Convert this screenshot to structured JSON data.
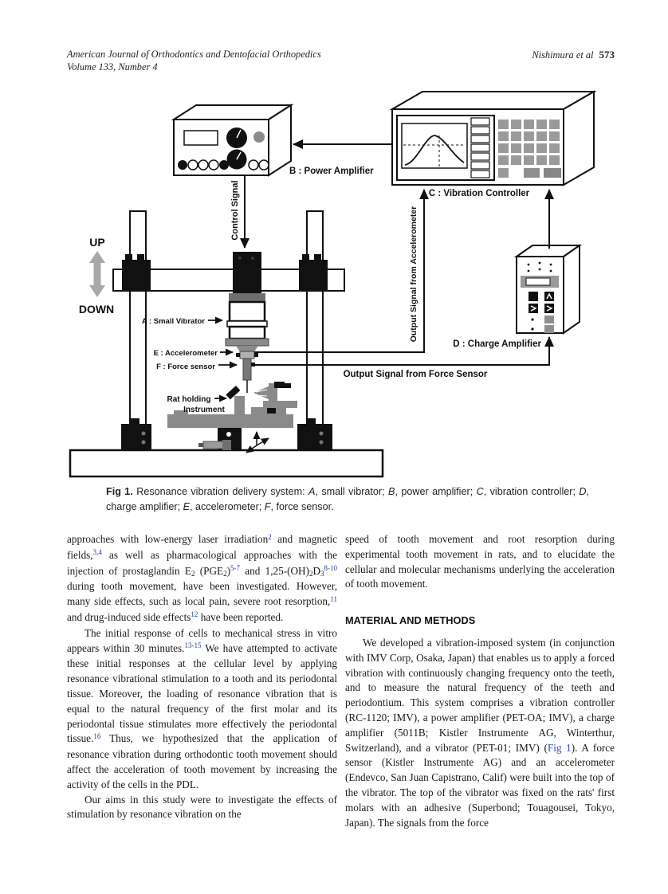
{
  "header": {
    "journal": "American Journal of Orthodontics and Dentofacial Orthopedics",
    "volume": "Volume 133, Number 4",
    "authors": "Nishimura et al",
    "page_number": "573"
  },
  "colors": {
    "reference_link": "#23409c",
    "figure_link": "#2952c8",
    "diagram_gray": "#8a8a8a"
  },
  "figure": {
    "labels": {
      "small_vibrator": "A : Small Vibrator",
      "power_amplifier": "B : Power Amplifier",
      "vibration_controller": "C : Vibration Controller",
      "charge_amplifier": "D : Charge Amplifier",
      "accelerometer": "E : Accelerometer",
      "force_sensor": "F : Force sensor",
      "control_signal": "Control Signal",
      "output_accelerometer": "Output Signal from Accelerometer",
      "output_force": "Output Signal from Force Sensor",
      "rat_holding_1": "Rat holding",
      "rat_holding_2": "Instrument",
      "up": "UP",
      "down": "DOWN"
    },
    "caption": [
      {
        "t": "Fig 1.",
        "b": 1
      },
      {
        "t": " Resonance vibration delivery system: "
      },
      {
        "t": "A",
        "i": 1
      },
      {
        "t": ", small vibrator; "
      },
      {
        "t": "B",
        "i": 1
      },
      {
        "t": ", power amplifier; "
      },
      {
        "t": "C",
        "i": 1
      },
      {
        "t": ", vibration controller; "
      },
      {
        "t": "D",
        "i": 1
      },
      {
        "t": ", charge amplifier; "
      },
      {
        "t": "E",
        "i": 1
      },
      {
        "t": ", accelerometer; "
      },
      {
        "t": "F",
        "i": 1
      },
      {
        "t": ", force sensor."
      }
    ]
  },
  "body": {
    "heading": "MATERIAL AND METHODS",
    "left_paragraphs": [
      {
        "seg": [
          {
            "t": "approaches with low-energy laser irradiation"
          },
          {
            "t": "2",
            "sup": 1,
            "c": "ref"
          },
          {
            "t": " and magnetic fields,"
          },
          {
            "t": "3,4",
            "sup": 1,
            "c": "ref"
          },
          {
            "t": " as well as pharmacological approaches with the injection of prostaglandin E"
          },
          {
            "t": "2",
            "sub": 1
          },
          {
            "t": " (PGE"
          },
          {
            "t": "2",
            "sub": 1
          },
          {
            "t": ")"
          },
          {
            "t": "5-7",
            "sup": 1,
            "c": "ref"
          },
          {
            "t": " and 1,25-(OH)"
          },
          {
            "t": "2",
            "sub": 1
          },
          {
            "t": "D"
          },
          {
            "t": "3",
            "sub": 1
          },
          {
            "t": "8-10",
            "sup": 1,
            "c": "ref"
          },
          {
            "t": " during tooth movement, have been investigated. However, many side effects, such as local pain, severe root resorption,"
          },
          {
            "t": "11",
            "sup": 1,
            "c": "ref"
          },
          {
            "t": " and drug-induced side effects"
          },
          {
            "t": "12",
            "sup": 1,
            "c": "ref"
          },
          {
            "t": " have been reported."
          }
        ]
      },
      {
        "seg": [
          {
            "t": "The initial response of cells to mechanical stress in vitro appears within 30 minutes."
          },
          {
            "t": "13-15",
            "sup": 1,
            "c": "ref"
          },
          {
            "t": " We have attempted to activate these initial responses at the cellular level by applying resonance vibrational stimulation to a tooth and its periodontal tissue. Moreover, the loading of resonance vibration that is equal to the natural frequency of the first molar and its periodontal tissue stimulates more effectively the periodontal tissue."
          },
          {
            "t": "16",
            "sup": 1,
            "c": "ref"
          },
          {
            "t": " Thus, we hypothesized that the application of resonance vibration during orthodontic tooth movement should affect the acceleration of tooth movement by increasing the activity of the cells in the PDL."
          }
        ]
      },
      {
        "seg": [
          {
            "t": "Our aims in this study were to investigate the effects of stimulation by resonance vibration on the"
          }
        ]
      }
    ],
    "right_paragraphs": [
      {
        "seg": [
          {
            "t": "speed of tooth movement and root resorption during experimental tooth movement in rats, and to elucidate the cellular and molecular mechanisms underlying the acceleration of tooth movement."
          }
        ]
      },
      {
        "seg": [
          {
            "t": "We developed a vibration-imposed system (in conjunction with IMV Corp, Osaka, Japan) that enables us to apply a forced vibration with continuously changing frequency onto the teeth, and to measure the natural frequency of the teeth and periodontium. This system comprises a vibration controller (RC-1120; IMV), a power amplifier (PET-OA; IMV), a charge amplifier (5011B; Kistler Instrumente AG, Winterthur, Switzerland), and a vibrator (PET-01; IMV) ("
          },
          {
            "t": "Fig 1",
            "c": "fig"
          },
          {
            "t": "). A force sensor (Kistler Instrumente AG) and an accelerometer (Endevco, San Juan Capistrano, Calif) were built into the top of the vibrator. The top of the vibrator was fixed on the rats' first molars with an adhesive (Superbond; Touagousei, Tokyo, Japan). The signals from the force"
          }
        ]
      }
    ]
  }
}
